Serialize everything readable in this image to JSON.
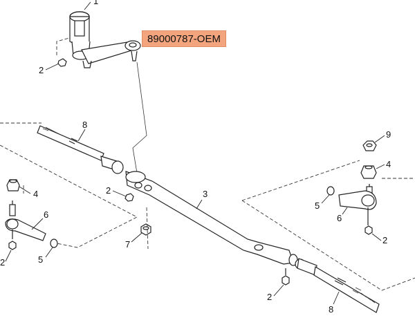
{
  "diagram": {
    "part_label": "89000787-OEM",
    "callouts": [
      {
        "id": "c1-idler",
        "text": "1"
      },
      {
        "id": "c2-idler-nut",
        "text": "2"
      },
      {
        "id": "c8-upper-left",
        "text": "8"
      },
      {
        "id": "c2-center",
        "text": "2"
      },
      {
        "id": "c3-relay-rod",
        "text": "3"
      },
      {
        "id": "c7-nut",
        "text": "7"
      },
      {
        "id": "c4-left",
        "text": "4"
      },
      {
        "id": "c6-left",
        "text": "6"
      },
      {
        "id": "c5-left",
        "text": "5"
      },
      {
        "id": "c2-left",
        "text": "2"
      },
      {
        "id": "c9-right",
        "text": "9"
      },
      {
        "id": "c4-right",
        "text": "4"
      },
      {
        "id": "c5-right",
        "text": "5"
      },
      {
        "id": "c6-right",
        "text": "6"
      },
      {
        "id": "c2-right",
        "text": "2"
      },
      {
        "id": "c2-lower",
        "text": "2"
      },
      {
        "id": "c8-lower-right",
        "text": "8"
      }
    ]
  }
}
